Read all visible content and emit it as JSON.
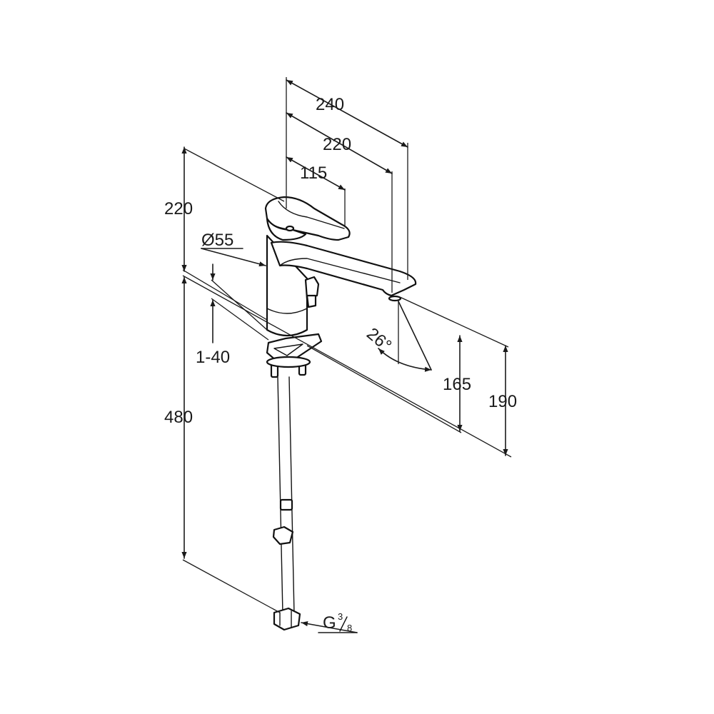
{
  "dimensions": {
    "width_overall": "240",
    "width_spout": "220",
    "width_lever": "115",
    "height_top": "220",
    "diameter": "Ø55",
    "deck_thickness": "1-40",
    "hose_length": "480",
    "spout_angle": "26°",
    "height_outlet": "165",
    "height_spout": "190",
    "connection_prefix": "G",
    "connection_num": "3",
    "connection_den": "8"
  }
}
